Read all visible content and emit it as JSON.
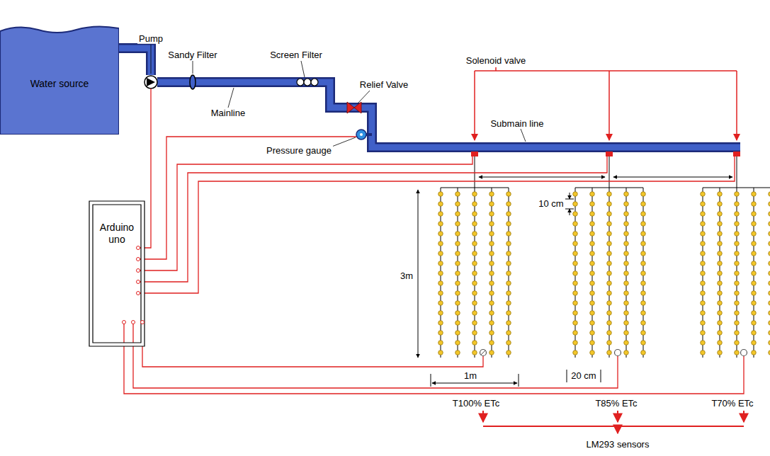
{
  "diagram": {
    "nodes": [
      {
        "text": [
          "Water source"
        ]
      },
      {
        "text": [
          "Arduino uno"
        ]
      }
    ],
    "labels": [
      "Pump",
      "Sandy Filter",
      "Screen Filter",
      "Mainline",
      "Relief Valve",
      "Pressure gauge",
      "Solenoid valve",
      "Submain line",
      "10 cm",
      "3m",
      "1m",
      "20 cm",
      "T100% ETc",
      "T85% ETc",
      "T70% ETc",
      "LM293 sensors"
    ]
  }
}
